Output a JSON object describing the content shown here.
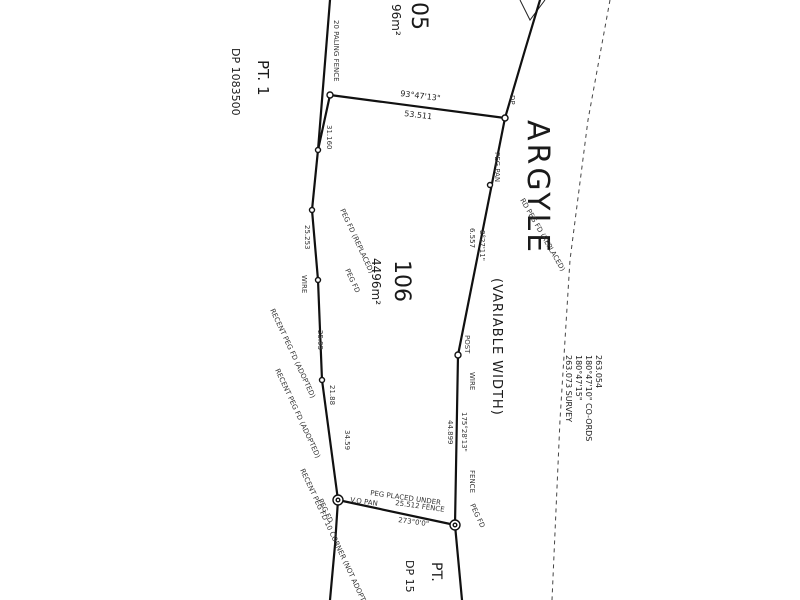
{
  "road": {
    "name": "ARGYLE",
    "width_note": "(VARIABLE WIDTH)"
  },
  "lots": {
    "lot_106": {
      "number": "106",
      "area": "4496m²"
    },
    "lot_105": {
      "number": "05",
      "area": "96m²"
    }
  },
  "adjoining": {
    "pt1_label": "PT. 1",
    "pt1_dp": "DP 1083500",
    "pt_bottom": "PT.",
    "dp_bottom": "DP 15"
  },
  "survey_note": {
    "line1": "263.054",
    "line2": "180°47'10\"  CO-ORDS",
    "line3": "180°47'15\"",
    "line4": "263.073   SURVEY"
  },
  "bearings": {
    "north_boundary_bearing": "93°47'13\"",
    "north_boundary_distance": "53.511",
    "south_boundary_bearing": "273°0'0\"",
    "south_boundary_distance": "25.512 FENCE",
    "east_upper_distance": "6.557",
    "east_upper_bearing": "8°27'11\"",
    "east_lower_distance": "44.899",
    "east_lower_bearing": "175°28'13\"",
    "west_1": "31.160",
    "west_2": "25.253",
    "west_3": "25.95",
    "west_4": "21.88",
    "west_5": "34.59",
    "fence_note_north": "20 PALING FENCE"
  },
  "annotations": {
    "peg_placed": "PEG PLACED UNDER",
    "vo_pan": "V.O PAN",
    "peg_found_replaced": "PEG FD (REPLACED)",
    "peg_fd": "PEG FD",
    "recent_peg_adopted_1": "RECENT PEG FD (ADOPTED)",
    "recent_peg_adopted_2": "RECENT PEG FD (ADOPTED)",
    "recent_peg_corner": "RECENT PEG FD 10 CORNER (NOT ADOPTED)",
    "peg_fd_bottom": "PEG FD",
    "peg_fd_right": "PEG FD",
    "wire_1": "WIRE",
    "wire_2": "WIRE",
    "post": "POST",
    "fence": "FENCE",
    "peg_pan": "PEG PAN",
    "peg_fd_replaced_right": "RD PEG FD (REPLACED)",
    "dp_mark": "DP"
  }
}
